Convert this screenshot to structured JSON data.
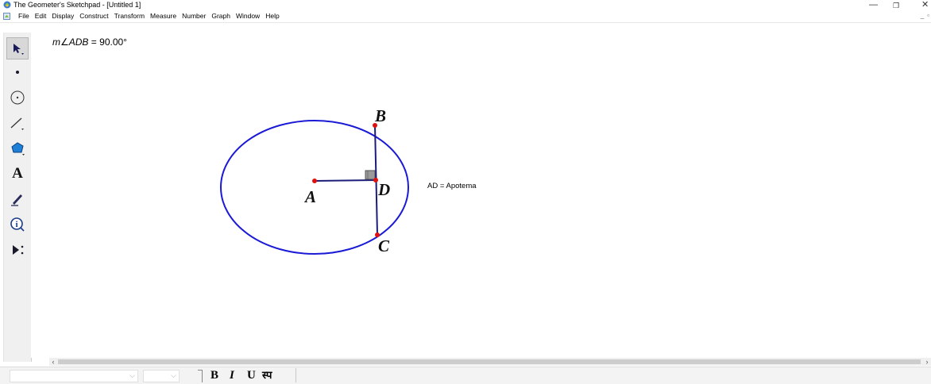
{
  "window": {
    "title": "The Geometer's Sketchpad - [Untitled 1]",
    "minimize_glyph": "—",
    "restore_glyph": "❐",
    "close_glyph": "✕"
  },
  "menu": [
    "File",
    "Edit",
    "Display",
    "Construct",
    "Transform",
    "Measure",
    "Number",
    "Graph",
    "Window",
    "Help"
  ],
  "toolbox": {
    "tools": [
      {
        "name": "arrow-tool",
        "icon": "arrow-select-icon",
        "selected": true
      },
      {
        "name": "point-tool",
        "icon": "point-icon"
      },
      {
        "name": "compass-tool",
        "icon": "compass-circle-icon"
      },
      {
        "name": "straightedge-tool",
        "icon": "segment-icon"
      },
      {
        "name": "polygon-tool",
        "icon": "polygon-icon"
      },
      {
        "name": "text-tool",
        "icon": "text-a-icon",
        "glyph": "A"
      },
      {
        "name": "marker-tool",
        "icon": "marker-pen-icon"
      },
      {
        "name": "information-tool",
        "icon": "info-icon"
      },
      {
        "name": "custom-tool",
        "icon": "custom-tools-icon"
      }
    ]
  },
  "sketch": {
    "measurement": {
      "prefix": "m",
      "angle_symbol": "∠",
      "angle_name": "ADB",
      "equals": " = ",
      "value": "90.00°"
    },
    "annotation": "AD = Apotema",
    "points": {
      "A": "A",
      "B": "B",
      "C": "C",
      "D": "D"
    },
    "colors": {
      "circle": "#1a1ad6",
      "segments": "#1c1c7a",
      "points": "#e01010",
      "right_angle": "#808080"
    }
  },
  "textbar": {
    "bold": "B",
    "italic": "I",
    "underline": "U",
    "special": "स्प"
  },
  "scrollbar": {
    "left_arrow": "‹",
    "right_arrow": "›"
  }
}
